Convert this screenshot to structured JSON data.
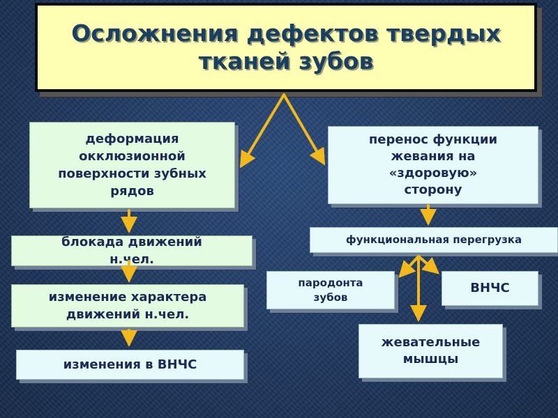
{
  "title": "Осложнения  дефектов твердых тканей зубов",
  "nodes": {
    "deformation": "деформация окклюзионной поверхности зубных рядов",
    "transfer": "перенос функции жевания на «здоровую» сторону",
    "blockade": "блокада движений н.чел.",
    "change_character": "изменение характера движений н.чел.",
    "tmj_changes": "изменения в ВНЧС",
    "functional_overload": "функциональная перегрузка",
    "periodontium": "пародонта зубов",
    "tmj": "ВНЧС",
    "masticatory": "жевательные мышцы"
  },
  "colors": {
    "background": "#1f3a63",
    "title_fill": "#ffffb4",
    "left_box_fill": "#e3fbe0",
    "right_box_fill": "#e6fafc",
    "arrow": "#f3b81a",
    "text": "#1b2a55"
  }
}
